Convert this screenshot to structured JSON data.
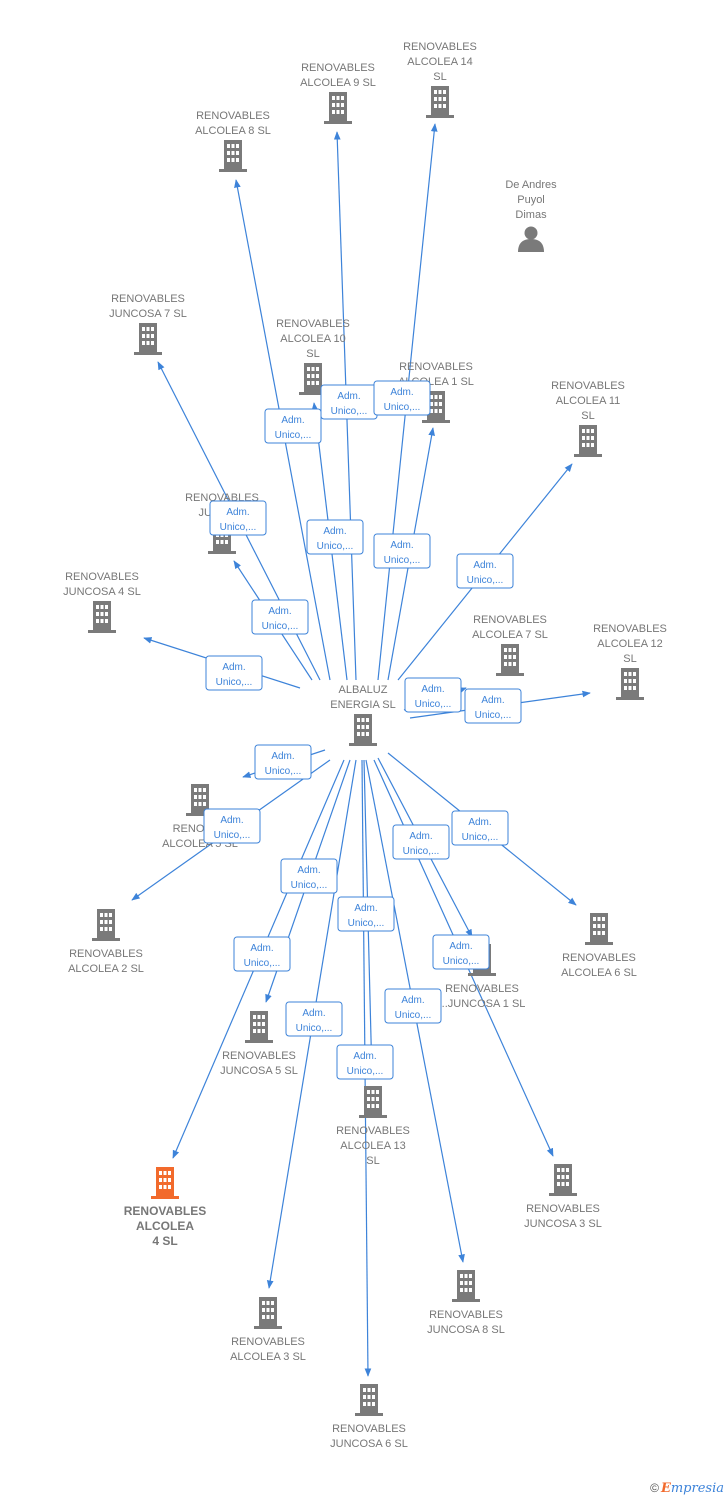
{
  "colors": {
    "edge": "#3d83d9",
    "node": "#7a7a7a",
    "highlight": "#f26a2c",
    "label": "#777777"
  },
  "nodes": [
    {
      "id": "albaluz",
      "label": [
        "ALBALUZ",
        "ENERGIA  SL"
      ],
      "icon": "building-icon"
    },
    {
      "id": "andres",
      "label": [
        "De Andres",
        "Puyol",
        "Dimas"
      ],
      "icon": "person-icon"
    },
    {
      "id": "alc9",
      "label": [
        "RENOVABLES",
        "ALCOLEA 9  SL"
      ],
      "icon": "building-icon"
    },
    {
      "id": "alc14",
      "label": [
        "RENOVABLES",
        "ALCOLEA 14",
        "SL"
      ],
      "icon": "building-icon"
    },
    {
      "id": "alc8",
      "label": [
        "RENOVABLES",
        "ALCOLEA 8  SL"
      ],
      "icon": "building-icon"
    },
    {
      "id": "jun7",
      "label": [
        "RENOVABLES",
        "JUNCOSA 7  SL"
      ],
      "icon": "building-icon"
    },
    {
      "id": "alc10",
      "label": [
        "RENOVABLES",
        "ALCOLEA 10",
        "SL"
      ],
      "icon": "building-icon"
    },
    {
      "id": "alc1",
      "label": [
        "RENOVABLES",
        "ALCOLEA 1  SL"
      ],
      "icon": "building-icon"
    },
    {
      "id": "alc11",
      "label": [
        "RENOVABLES",
        "ALCOLEA 11",
        "SL"
      ],
      "icon": "building-icon"
    },
    {
      "id": "jun2",
      "label": [
        "RENOVABLES",
        "JUNCO..."
      ],
      "icon": "building-icon"
    },
    {
      "id": "jun4",
      "label": [
        "RENOVABLES",
        "JUNCOSA 4  SL"
      ],
      "icon": "building-icon"
    },
    {
      "id": "alc7",
      "label": [
        "RENOVABLES",
        "ALCOLEA 7  SL"
      ],
      "icon": "building-icon"
    },
    {
      "id": "alc12",
      "label": [
        "RENOVABLES",
        "ALCOLEA 12",
        "SL"
      ],
      "icon": "building-icon"
    },
    {
      "id": "alc5",
      "label": [
        "RENOVA...",
        "ALCOLEA 5  SL"
      ],
      "icon": "building-icon"
    },
    {
      "id": "alc2",
      "label": [
        "RENOVABLES",
        "ALCOLEA 2  SL"
      ],
      "icon": "building-icon"
    },
    {
      "id": "jun1",
      "label": [
        "RENOVABLES",
        "...JUNCOSA 1  SL"
      ],
      "icon": "building-icon"
    },
    {
      "id": "alc6",
      "label": [
        "RENOVABLES",
        "ALCOLEA 6  SL"
      ],
      "icon": "building-icon"
    },
    {
      "id": "jun5",
      "label": [
        "RENOVABLES",
        "JUNCOSA 5  SL"
      ],
      "icon": "building-icon"
    },
    {
      "id": "alc13",
      "label": [
        "RENOVABLES",
        "ALCOLEA 13",
        "SL"
      ],
      "icon": "building-icon"
    },
    {
      "id": "alc4",
      "label": [
        "RENOVABLES",
        "ALCOLEA",
        "4  SL"
      ],
      "icon": "building-icon",
      "highlight": true
    },
    {
      "id": "jun3",
      "label": [
        "RENOVABLES",
        "JUNCOSA 3  SL"
      ],
      "icon": "building-icon"
    },
    {
      "id": "jun8",
      "label": [
        "RENOVABLES",
        "JUNCOSA 8  SL"
      ],
      "icon": "building-icon"
    },
    {
      "id": "alc3",
      "label": [
        "RENOVABLES",
        "ALCOLEA 3  SL"
      ],
      "icon": "building-icon"
    },
    {
      "id": "jun6",
      "label": [
        "RENOVABLES",
        "JUNCOSA 6  SL"
      ],
      "icon": "building-icon"
    }
  ],
  "edges": [
    {
      "from": "albaluz",
      "to": "alc9",
      "label": [
        "Adm.",
        "Unico,..."
      ]
    },
    {
      "from": "albaluz",
      "to": "alc14",
      "label": [
        "Adm.",
        "Unico,..."
      ]
    },
    {
      "from": "albaluz",
      "to": "alc8",
      "label": [
        "Adm.",
        "Unico,..."
      ]
    },
    {
      "from": "andres",
      "to": "albaluz",
      "label": [
        "Adm.",
        "Unico"
      ]
    },
    {
      "from": "albaluz",
      "to": "jun7",
      "label": [
        "Adm.",
        "Unico,..."
      ]
    },
    {
      "from": "albaluz",
      "to": "alc10",
      "label": [
        "Adm.",
        "Unico,..."
      ]
    },
    {
      "from": "albaluz",
      "to": "alc1",
      "label": [
        "Adm.",
        "Unico,..."
      ]
    },
    {
      "from": "albaluz",
      "to": "alc11",
      "label": [
        "Adm.",
        "Unico,..."
      ]
    },
    {
      "from": "albaluz",
      "to": "jun2",
      "label": [
        "Adm.",
        "Unico,..."
      ]
    },
    {
      "from": "albaluz",
      "to": "jun4",
      "label": [
        "Adm.",
        "Unico,..."
      ]
    },
    {
      "from": "albaluz",
      "to": "alc7",
      "label": [
        "Adm.",
        "Unico,..."
      ]
    },
    {
      "from": "albaluz",
      "to": "alc12",
      "label": [
        "Adm.",
        "Unico,..."
      ]
    },
    {
      "from": "albaluz",
      "to": "alc5",
      "label": [
        "Adm.",
        "Unico,..."
      ]
    },
    {
      "from": "albaluz",
      "to": "alc2",
      "label": [
        "Adm.",
        "Unico,..."
      ]
    },
    {
      "from": "albaluz",
      "to": "jun1",
      "label": [
        "Adm.",
        "Unico,..."
      ]
    },
    {
      "from": "albaluz",
      "to": "alc6",
      "label": [
        "Adm.",
        "Unico,..."
      ]
    },
    {
      "from": "albaluz",
      "to": "jun5",
      "label": [
        "Adm.",
        "Unico,..."
      ]
    },
    {
      "from": "albaluz",
      "to": "alc13",
      "label": [
        "Adm.",
        "Unico,..."
      ]
    },
    {
      "from": "albaluz",
      "to": "alc4",
      "label": [
        "Adm.",
        "Unico,..."
      ]
    },
    {
      "from": "albaluz",
      "to": "jun3",
      "label": [
        "Adm.",
        "Unico,..."
      ]
    },
    {
      "from": "albaluz",
      "to": "jun8",
      "label": [
        "Adm.",
        "Unico,..."
      ]
    },
    {
      "from": "albaluz",
      "to": "alc3",
      "label": [
        "Adm.",
        "Unico,..."
      ]
    },
    {
      "from": "albaluz",
      "to": "jun6",
      "label": [
        "Adm.",
        "Unico,..."
      ]
    }
  ],
  "footer": {
    "copyright": "©",
    "brand_initial": "E",
    "brand_rest": "mpresia"
  }
}
